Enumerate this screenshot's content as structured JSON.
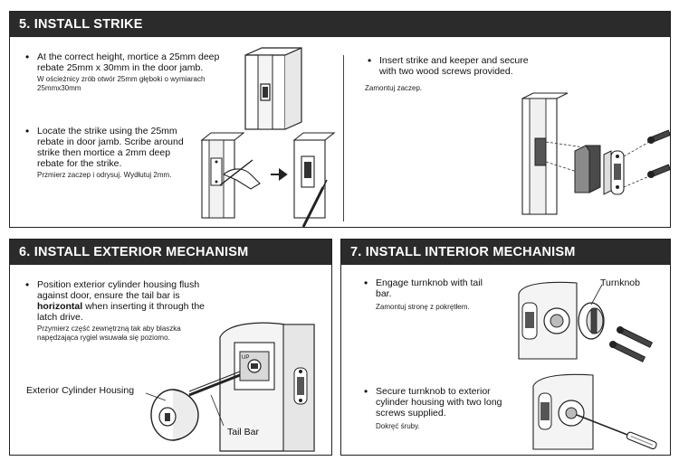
{
  "section5": {
    "title": "5. INSTALL STRIKE",
    "step1": {
      "en": "At the correct height, mortice a 25mm deep rebate 25mm x 30mm in the door jamb.",
      "pl": "W ościeżnicy zrób otwór 25mm głęboki o wymiarach 25mmx30mm"
    },
    "step2": {
      "en": "Locate the strike using the 25mm rebate in door jamb. Scribe around strike then mortice a 2mm deep rebate for the strike.",
      "pl": "Przmierz zaczep i odrysuj. Wydłutuj 2mm."
    },
    "step3": {
      "en": "Insert strike and keeper and secure with two wood screws provided.",
      "pl": "Zamontuj zaczep."
    }
  },
  "section6": {
    "title": "6. INSTALL EXTERIOR MECHANISM",
    "step1": {
      "en_before": "Position exterior cylinder housing flush against door, ensure the tail bar is ",
      "en_bold": "horizontal",
      "en_after": " when inserting it through the latch drive.",
      "pl": "Przymierz część zewnętrzną tak aby blaszka napędzająca rygiel wsuwała się poziomo."
    },
    "label_housing": "Exterior Cylinder Housing",
    "label_tailbar": "Tail Bar",
    "latch_text": "UP"
  },
  "section7": {
    "title": "7. INSTALL INTERIOR MECHANISM",
    "step1": {
      "en": "Engage turnknob with tail bar.",
      "pl": "Zamontuj stronę z pokrętłem."
    },
    "step2": {
      "en": "Secure turnknob to exterior cylinder housing with two long screws supplied.",
      "pl": "Dokręć śruby."
    },
    "label_turnknob": "Turnknob"
  }
}
